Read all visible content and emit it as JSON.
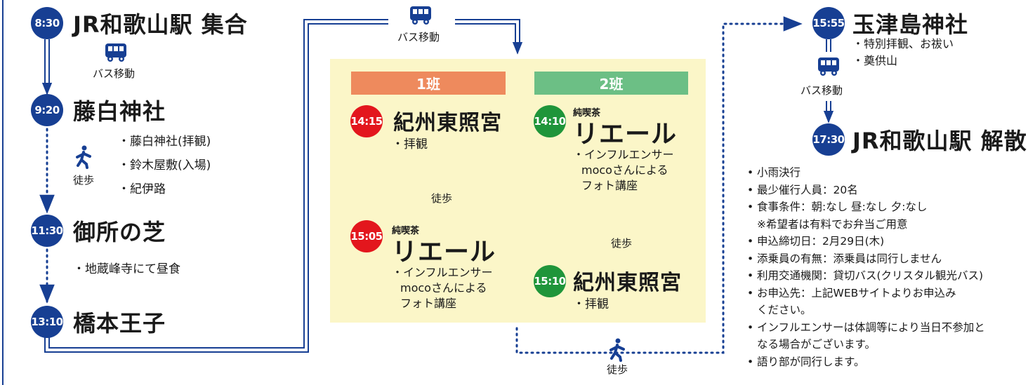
{
  "colors": {
    "navy": "#173f93",
    "red": "#e3161d",
    "green": "#1f953a",
    "orange_tag": "#ee8a5d",
    "green_tag": "#6cbf85",
    "panel": "#fbf6c8"
  },
  "left": {
    "stops": [
      {
        "time": "8:30",
        "name": "JR和歌山駅 集合"
      },
      {
        "time": "9:20",
        "name": "藤白神社"
      },
      {
        "time": "11:30",
        "name": "御所の芝"
      },
      {
        "time": "13:10",
        "name": "橋本王子"
      }
    ],
    "bus_label": "バス移動",
    "walk_label": "徒歩",
    "fujishiro_items": [
      "・藤白神社(拝観)",
      "・鈴木屋敷(入場)",
      "・紀伊路"
    ],
    "gosho_item": "・地蔵峰寺にて昼食"
  },
  "top_bus_label": "バス移動",
  "bottom_walk_label": "徒歩",
  "group1": {
    "tag": "1班",
    "stop1": {
      "time": "14:15",
      "name": "紀州東照宮",
      "item": "・拝観"
    },
    "walk_label": "徒歩",
    "stop2": {
      "time": "15:05",
      "prefix": "純喫茶",
      "name": "リエール",
      "items": [
        "・インフルエンサー",
        "  mocoさんによる",
        "  フォト講座"
      ]
    }
  },
  "group2": {
    "tag": "2班",
    "stop1": {
      "time": "14:10",
      "prefix": "純喫茶",
      "name": "リエール",
      "items": [
        "・インフルエンサー",
        "  mocoさんによる",
        "  フォト講座"
      ]
    },
    "walk_label": "徒歩",
    "stop2": {
      "time": "15:10",
      "name": "紀州東照宮",
      "item": "・拝観"
    }
  },
  "right": {
    "stop1": {
      "time": "15:55",
      "name": "玉津島神社",
      "items": [
        "・特別拝観、お祓い",
        "・奠供山"
      ]
    },
    "bus_label": "バス移動",
    "stop2": {
      "time": "17:30",
      "name": "JR和歌山駅 解散"
    }
  },
  "notes": [
    "小雨決行",
    "最少催行人員：20名",
    "食事条件：朝:なし 昼:なし 夕:なし",
    "※希望者は有料でお弁当ご用意",
    "申込締切日：2月29日(木)",
    "添乗員の有無：添乗員は同行しません",
    "利用交通機関：貸切バス(クリスタル観光バス)",
    "お申込先：上記WEBサイトよりお申込み",
    "ください。",
    "インフルエンサーは体調等により当日不参加と",
    "なる場合がございます。",
    "語り部が同行します。"
  ]
}
